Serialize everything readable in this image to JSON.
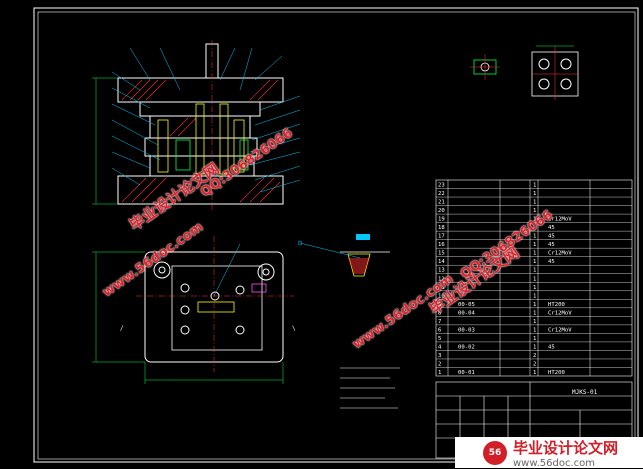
{
  "bom": {
    "rows": [
      {
        "no": "23",
        "code": "",
        "qty": "1",
        "mat": "",
        "note": ""
      },
      {
        "no": "22",
        "code": "",
        "qty": "1",
        "mat": "",
        "note": ""
      },
      {
        "no": "21",
        "code": "",
        "qty": "1",
        "mat": "",
        "note": ""
      },
      {
        "no": "20",
        "code": "",
        "qty": "1",
        "mat": "",
        "note": ""
      },
      {
        "no": "19",
        "code": "",
        "qty": "1",
        "mat": "Cr12MoV",
        "note": ""
      },
      {
        "no": "18",
        "code": "",
        "qty": "1",
        "mat": "45",
        "note": ""
      },
      {
        "no": "17",
        "code": "",
        "qty": "1",
        "mat": "45",
        "note": ""
      },
      {
        "no": "16",
        "code": "",
        "qty": "1",
        "mat": "45",
        "note": ""
      },
      {
        "no": "15",
        "code": "",
        "qty": "1",
        "mat": "Cr12MoV",
        "note": ""
      },
      {
        "no": "14",
        "code": "",
        "qty": "1",
        "mat": "45",
        "note": ""
      },
      {
        "no": "13",
        "code": "",
        "qty": "1",
        "mat": "",
        "note": ""
      },
      {
        "no": "12",
        "code": "",
        "qty": "1",
        "mat": "",
        "note": ""
      },
      {
        "no": "11",
        "code": "",
        "qty": "1",
        "mat": "",
        "note": ""
      },
      {
        "no": "10",
        "code": "",
        "qty": "1",
        "mat": "",
        "note": ""
      },
      {
        "no": "9",
        "code": "00-05",
        "qty": "1",
        "mat": "HT200",
        "note": ""
      },
      {
        "no": "8",
        "code": "00-04",
        "qty": "1",
        "mat": "Cr12MoV",
        "note": ""
      },
      {
        "no": "7",
        "code": "",
        "qty": "1",
        "mat": "",
        "note": ""
      },
      {
        "no": "6",
        "code": "00-03",
        "qty": "1",
        "mat": "Cr12MoV",
        "note": ""
      },
      {
        "no": "5",
        "code": "",
        "qty": "1",
        "mat": "",
        "note": ""
      },
      {
        "no": "4",
        "code": "00-02",
        "qty": "1",
        "mat": "45",
        "note": ""
      },
      {
        "no": "3",
        "code": "",
        "qty": "2",
        "mat": "",
        "note": ""
      },
      {
        "no": "2",
        "code": "",
        "qty": "2",
        "mat": "",
        "note": ""
      },
      {
        "no": "1",
        "code": "00-01",
        "qty": "1",
        "mat": "HT200",
        "note": ""
      }
    ]
  },
  "title_block": {
    "drawing_no": "MJKS-01"
  },
  "watermarks": {
    "site_name": "毕业设计论文网",
    "site_url": "www.56doc.com",
    "qq": "QQ:306826066"
  },
  "footer_bar": {
    "logo": "56",
    "title": "毕业设计论文网",
    "url": "www.56doc.com"
  },
  "colors": {
    "background": "#000000",
    "frame": "#ffffff",
    "part_outline": "#ffffff",
    "leader": "#00c8ff",
    "dimension": "#00ff40",
    "section": "#ffff00",
    "hatch": "#ff3030",
    "watermark": "#e0222a"
  }
}
